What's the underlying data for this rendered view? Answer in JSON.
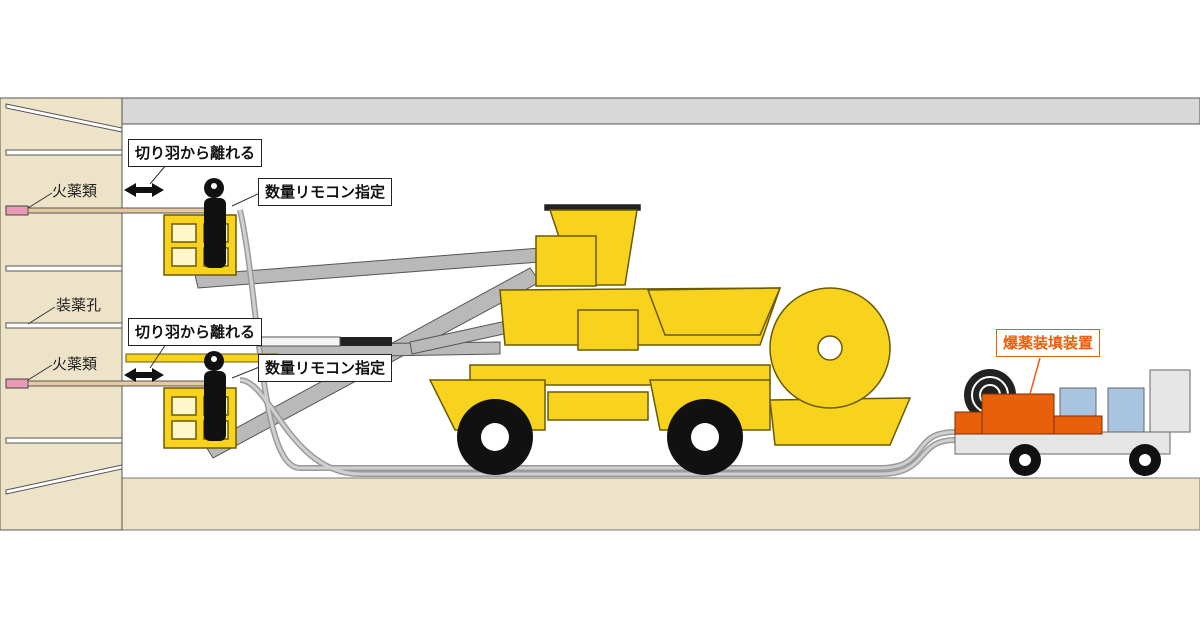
{
  "labels": {
    "explosive_top": "火薬類",
    "charge_hole": "装薬孔",
    "explosive_bottom": "火薬類",
    "move_away_top": "切り羽から離れる",
    "move_away_bottom": "切り羽から離れる",
    "remote_top": "数量リモコン指定",
    "remote_bottom": "数量リモコン指定",
    "loading_device": "爆薬装填装置"
  },
  "colors": {
    "machine_yellow": "#f7d31e",
    "machine_outline": "#6b5a00",
    "ground": "#ede3c8",
    "ceiling_band": "#d9d9d9",
    "orange": "#e8600c",
    "container_blue": "#a9c4e0",
    "boom_gray": "#b7b7b7"
  }
}
